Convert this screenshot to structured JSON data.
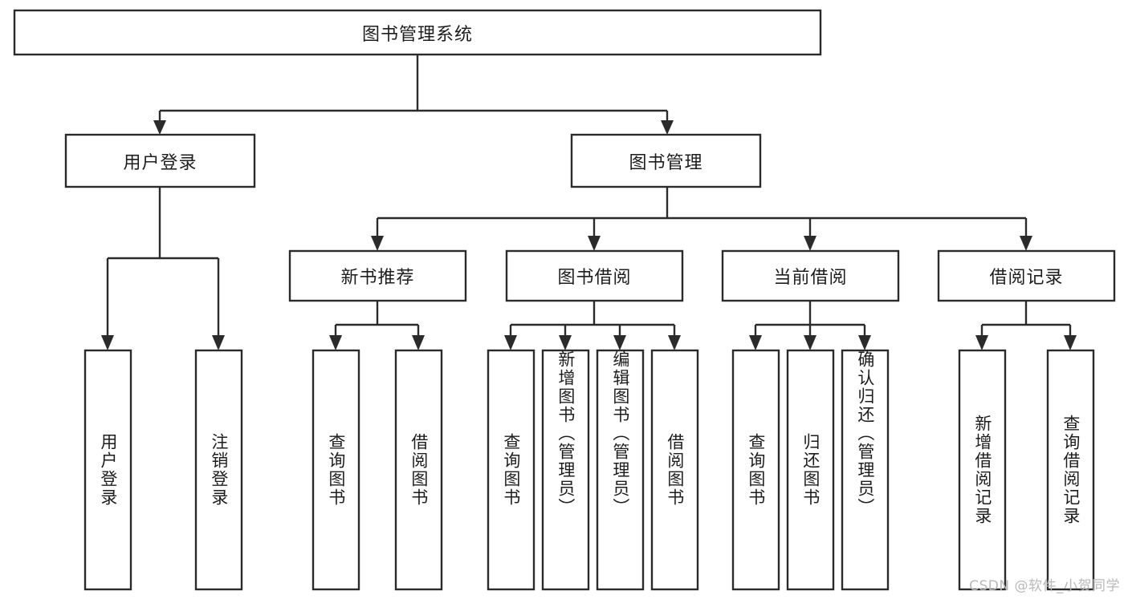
{
  "diagram": {
    "type": "tree",
    "title": "图书管理系统",
    "watermark": "CSDN @软件_小贺同学",
    "colors": {
      "stroke": "#2b2b2b",
      "fill": "#ffffff",
      "text": "#1d1d1d",
      "watermark": "#b9b9b9"
    },
    "root": {
      "label": "图书管理系统"
    },
    "level2": [
      {
        "label": "用户登录"
      },
      {
        "label": "图书管理"
      }
    ],
    "level3": [
      {
        "label": "新书推荐"
      },
      {
        "label": "图书借阅"
      },
      {
        "label": "当前借阅"
      },
      {
        "label": "借阅记录"
      }
    ],
    "leaves": {
      "user_login": [
        {
          "label": "用户登录"
        },
        {
          "label": "注销登录"
        }
      ],
      "new_book": [
        {
          "label": "查询图书"
        },
        {
          "label": "借阅图书"
        }
      ],
      "book_borrow": [
        {
          "label": "查询图书"
        },
        {
          "label": "新增图书（管理员）"
        },
        {
          "label": "编辑图书（管理员）"
        },
        {
          "label": "借阅图书"
        }
      ],
      "current_borrow": [
        {
          "label": "查询图书"
        },
        {
          "label": "归还图书"
        },
        {
          "label": "确认归还（管理员）"
        }
      ],
      "borrow_record": [
        {
          "label": "新增借阅记录"
        },
        {
          "label": "查询借阅记录"
        }
      ]
    }
  }
}
